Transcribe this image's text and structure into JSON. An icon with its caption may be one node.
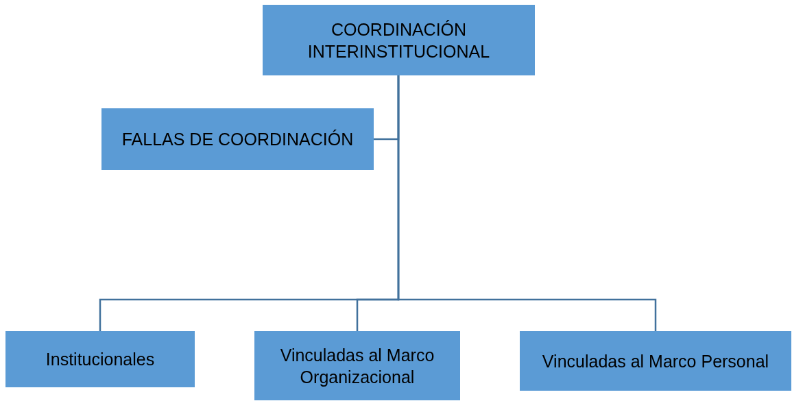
{
  "diagram": {
    "nodes": [
      {
        "text": [
          "COORDINACIÓN INTERINSTITUCIONAL"
        ]
      },
      {
        "text": [
          "FALLAS DE COORDINACIÓN"
        ]
      },
      {
        "text": [
          "Institucionales"
        ]
      },
      {
        "text": [
          "Vinculadas al Marco Organizacional"
        ]
      },
      {
        "text": [
          "Vinculadas al Marco Personal"
        ]
      }
    ],
    "edges": [
      {
        "from": 0,
        "to": 1,
        "arrow": "none"
      },
      {
        "from": 0,
        "to": 2,
        "arrow": "none"
      },
      {
        "from": 0,
        "to": 3,
        "arrow": "none"
      },
      {
        "from": 0,
        "to": 4,
        "arrow": "none"
      }
    ]
  }
}
